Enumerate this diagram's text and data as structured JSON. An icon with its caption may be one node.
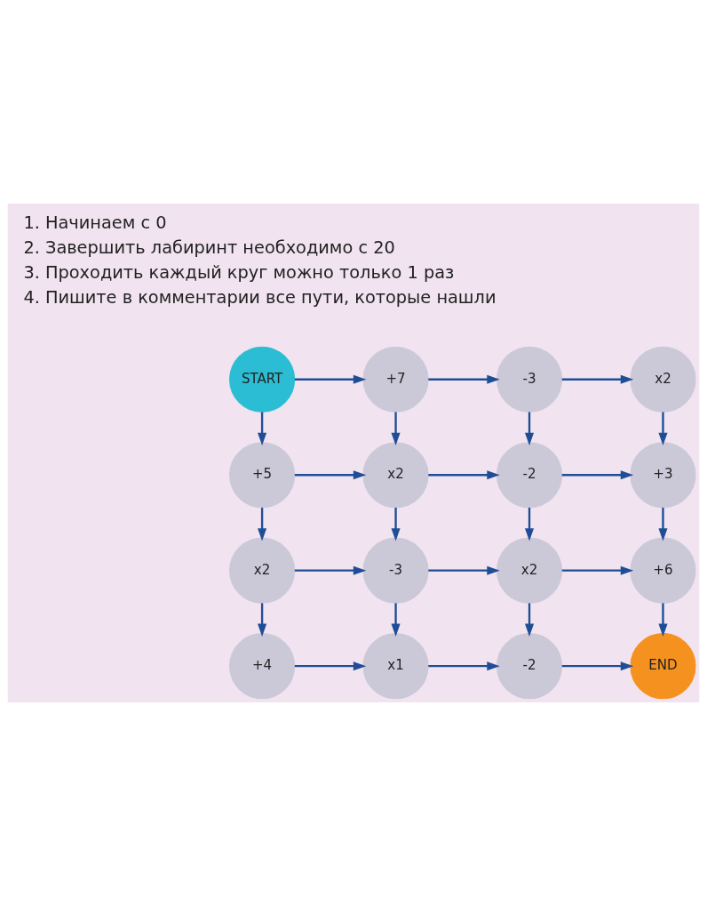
{
  "diagram": {
    "nodes": [
      {
        "text": [
          "START"
        ]
      },
      {
        "text": [
          "+7"
        ]
      },
      {
        "text": [
          "-3"
        ]
      },
      {
        "text": [
          "x2"
        ]
      },
      {
        "text": [
          "+5"
        ]
      },
      {
        "text": [
          "x2"
        ]
      },
      {
        "text": [
          "-2"
        ]
      },
      {
        "text": [
          "+3"
        ]
      },
      {
        "text": [
          "x2"
        ]
      },
      {
        "text": [
          "-3"
        ]
      },
      {
        "text": [
          "x2"
        ]
      },
      {
        "text": [
          "+6"
        ]
      },
      {
        "text": [
          "+4"
        ]
      },
      {
        "text": [
          "x1"
        ]
      },
      {
        "text": [
          "-2"
        ]
      },
      {
        "text": [
          "END"
        ]
      }
    ],
    "edges": [
      {
        "from": 0,
        "to": 1,
        "arrow": "to"
      },
      {
        "from": 1,
        "to": 2,
        "arrow": "to"
      },
      {
        "from": 2,
        "to": 3,
        "arrow": "to"
      },
      {
        "from": 0,
        "to": 4,
        "arrow": "to"
      },
      {
        "from": 1,
        "to": 5,
        "arrow": "to"
      },
      {
        "from": 2,
        "to": 6,
        "arrow": "to"
      },
      {
        "from": 3,
        "to": 7,
        "arrow": "to"
      },
      {
        "from": 4,
        "to": 5,
        "arrow": "to"
      },
      {
        "from": 5,
        "to": 6,
        "arrow": "to"
      },
      {
        "from": 6,
        "to": 7,
        "arrow": "to"
      },
      {
        "from": 4,
        "to": 8,
        "arrow": "to"
      },
      {
        "from": 5,
        "to": 9,
        "arrow": "to"
      },
      {
        "from": 6,
        "to": 10,
        "arrow": "to"
      },
      {
        "from": 7,
        "to": 11,
        "arrow": "to"
      },
      {
        "from": 8,
        "to": 9,
        "arrow": "to"
      },
      {
        "from": 9,
        "to": 10,
        "arrow": "to"
      },
      {
        "from": 10,
        "to": 11,
        "arrow": "to"
      },
      {
        "from": 8,
        "to": 12,
        "arrow": "to"
      },
      {
        "from": 9,
        "to": 13,
        "arrow": "to"
      },
      {
        "from": 10,
        "to": 14,
        "arrow": "to"
      },
      {
        "from": 11,
        "to": 15,
        "arrow": "to"
      },
      {
        "from": 12,
        "to": 13,
        "arrow": "to"
      },
      {
        "from": 13,
        "to": 14,
        "arrow": "to"
      },
      {
        "from": 14,
        "to": 15,
        "arrow": "to"
      }
    ],
    "labels": [
      "1. Начинаем с 0",
      "2. Завершить лабиринт необходимо с 20",
      "3. Проходить каждый круг можно только 1 раз",
      "4. Пишите в комментарии все пути, которые нашли"
    ]
  }
}
